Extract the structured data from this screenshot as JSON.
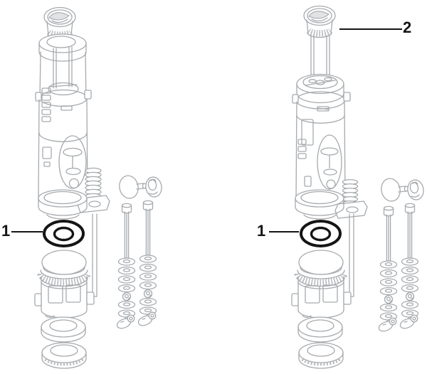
{
  "figure": {
    "type": "exploded-parts-diagram",
    "background": "#ffffff",
    "line_color": "#a6aaae",
    "accent_color": "#141414",
    "assemblies": [
      {
        "id": "left",
        "name": "flush-valve-assembly",
        "cap_state": "fitted",
        "parts": [
          "push-cap",
          "tower-frame",
          "valve-body",
          "overflow-coil",
          "o-ring-seal",
          "valve-base",
          "flat-gasket",
          "sealing-ring",
          "blanking-plug",
          "wing-nut",
          "fixing-bolts",
          "washer-stacks",
          "toggle-fixings"
        ]
      },
      {
        "id": "right",
        "name": "flush-valve-assembly",
        "cap_state": "removed-exploded",
        "parts": [
          "push-cap",
          "lift-rods",
          "valve-body",
          "overflow-coil",
          "o-ring-seal",
          "valve-base",
          "flat-gasket",
          "sealing-ring",
          "blanking-plug",
          "wing-nut",
          "fixing-bolts",
          "washer-stacks",
          "toggle-fixings"
        ]
      }
    ],
    "callouts": [
      {
        "label": "1",
        "assembly": "left",
        "points_to": "o-ring-seal"
      },
      {
        "label": "1",
        "assembly": "right",
        "points_to": "o-ring-seal"
      },
      {
        "label": "2",
        "assembly": "right",
        "points_to": "push-cap"
      }
    ]
  }
}
